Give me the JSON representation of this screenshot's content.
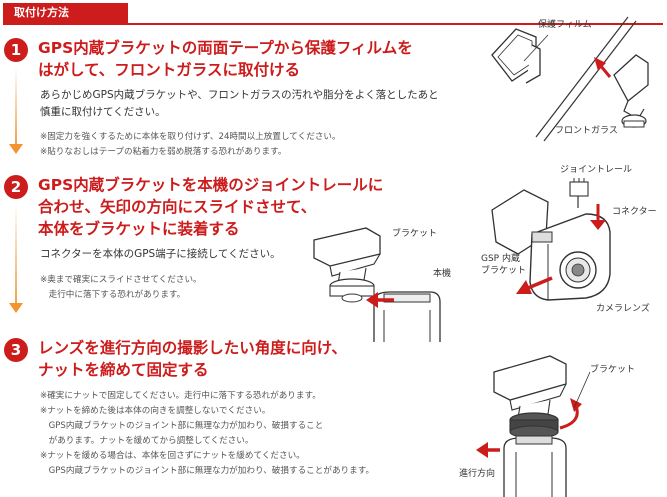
{
  "header": {
    "tab_label": "取付け方法"
  },
  "steps": [
    {
      "number": "1",
      "title_lines": [
        "GPS内蔵ブラケットの両面テープから保護フィルムを",
        "はがして、フロントガラスに取付ける"
      ],
      "body_lines": [
        "あらかじめGPS内蔵ブラケットや、フロントガラスの汚れや脂分をよく落としたあと",
        "慎重に取付けてください。"
      ],
      "notes": [
        "※固定力を強くするために本体を取り付けず、24時間以上放置してください。",
        "※貼りなおしはテープの粘着力を弱め脱落する恐れがあります。"
      ],
      "diagram_labels": {
        "film": "保護フィルム",
        "glass": "フロントガラス"
      }
    },
    {
      "number": "2",
      "title_lines": [
        "GPS内蔵ブラケットを本機のジョイントレールに",
        "合わせ、矢印の方向にスライドさせて、",
        "本体をブラケットに装着する"
      ],
      "body_lines": [
        "コネクターを本体のGPS端子に接続してください。"
      ],
      "notes": [
        "※奥まで確実にスライドさせてください。",
        "　走行中に落下する恐れがあります。"
      ],
      "diagram_labels": {
        "bracket": "ブラケット",
        "body": "本機",
        "joint_rail": "ジョイントレール",
        "connector": "コネクター",
        "gps_bracket_1": "GSP 内蔵",
        "gps_bracket_2": "ブラケット",
        "camera_lens": "カメラレンズ"
      }
    },
    {
      "number": "3",
      "title_lines": [
        "レンズを進行方向の撮影したい角度に向け、",
        "ナットを締めて固定する"
      ],
      "notes": [
        "※確実にナットで固定してください。走行中に落下する恐れがあります。",
        "※ナットを締めた後は本体の向きを調整しないでください。",
        "　GPS内蔵ブラケットのジョイント部に無理な力が加わり、破損すること",
        "　があります。ナットを緩めてから調整してください。",
        "※ナットを緩める場合は、本体を回さずにナットを緩めてください。",
        "　GPS内蔵ブラケットのジョイント部に無理な力が加わり、破損することがあります。"
      ],
      "diagram_labels": {
        "bracket": "ブラケット",
        "direction": "進行方向"
      }
    }
  ],
  "colors": {
    "accent": "#cc1c1c",
    "arrow": "#f2952f",
    "outline": "#333333"
  }
}
